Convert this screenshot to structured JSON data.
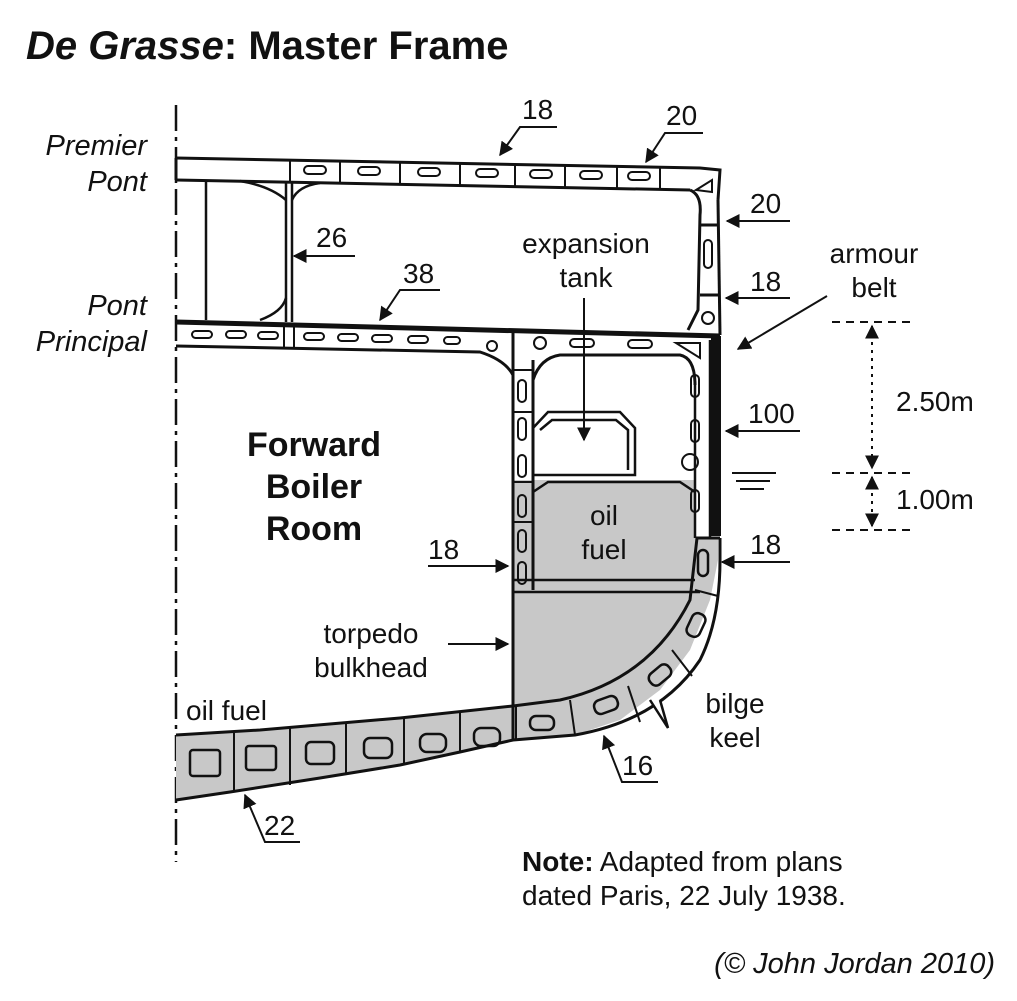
{
  "title": {
    "italic_part": "De Grasse",
    "rest": ": Master Frame"
  },
  "decks": {
    "upper": [
      "Premier",
      "Pont"
    ],
    "main": [
      "Pont",
      "Principal"
    ]
  },
  "compartment": [
    "Forward",
    "Boiler",
    "Room"
  ],
  "labels": {
    "expansion_tank": [
      "expansion",
      "tank"
    ],
    "armour_belt": [
      "armour",
      "belt"
    ],
    "oil_fuel_wing": [
      "oil",
      "fuel"
    ],
    "oil_fuel_bottom": "oil fuel",
    "torpedo_bulkhead": [
      "torpedo",
      "bulkhead"
    ],
    "bilge_keel": [
      "bilge",
      "keel"
    ]
  },
  "thicknesses": {
    "upper_deck": "18",
    "upper_deck_edge": "20",
    "side_upper": "20",
    "side_lower": "18",
    "pillar": "26",
    "main_deck": "38",
    "armour_belt": "100",
    "bulkhead": "18",
    "bilge_side": "18",
    "bilge": "16",
    "bottom": "22"
  },
  "dimensions": {
    "upper": "2.50m",
    "lower": "1.00m"
  },
  "note": {
    "bold": "Note:",
    "line1": "Adapted from plans",
    "line2": "dated Paris, 22 July 1938."
  },
  "copyright": "(© John Jordan 2010)",
  "colors": {
    "ink": "#111111",
    "fuel_fill": "#c8c8c8",
    "paper": "#ffffff"
  }
}
